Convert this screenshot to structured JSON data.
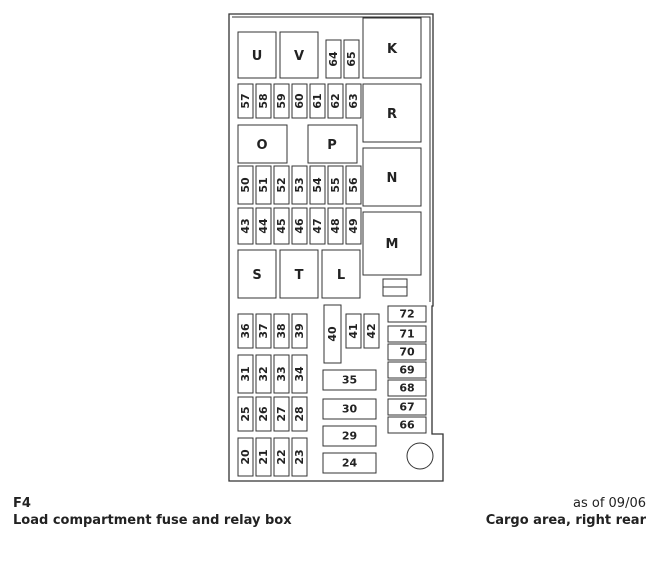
{
  "caption": {
    "code": "F4",
    "title": "Load compartment fuse and relay box",
    "date": "as of 09/06",
    "location": "Cargo area, right rear"
  },
  "relays": {
    "U": "U",
    "V": "V",
    "K": "K",
    "R": "R",
    "O": "O",
    "P": "P",
    "N": "N",
    "M": "M",
    "S": "S",
    "T": "T",
    "L": "L"
  },
  "fuses": {
    "f20": "20",
    "f21": "21",
    "f22": "22",
    "f23": "23",
    "f24": "24",
    "f25": "25",
    "f26": "26",
    "f27": "27",
    "f28": "28",
    "f29": "29",
    "f30": "30",
    "f31": "31",
    "f32": "32",
    "f33": "33",
    "f34": "34",
    "f35": "35",
    "f36": "36",
    "f37": "37",
    "f38": "38",
    "f39": "39",
    "f40": "40",
    "f41": "41",
    "f42": "42",
    "f43": "43",
    "f44": "44",
    "f45": "45",
    "f46": "46",
    "f47": "47",
    "f48": "48",
    "f49": "49",
    "f50": "50",
    "f51": "51",
    "f52": "52",
    "f53": "53",
    "f54": "54",
    "f55": "55",
    "f56": "56",
    "f57": "57",
    "f58": "58",
    "f59": "59",
    "f60": "60",
    "f61": "61",
    "f62": "62",
    "f63": "63",
    "f64": "64",
    "f65": "65",
    "f66": "66",
    "f67": "67",
    "f68": "68",
    "f69": "69",
    "f70": "70",
    "f71": "71",
    "f72": "72"
  }
}
